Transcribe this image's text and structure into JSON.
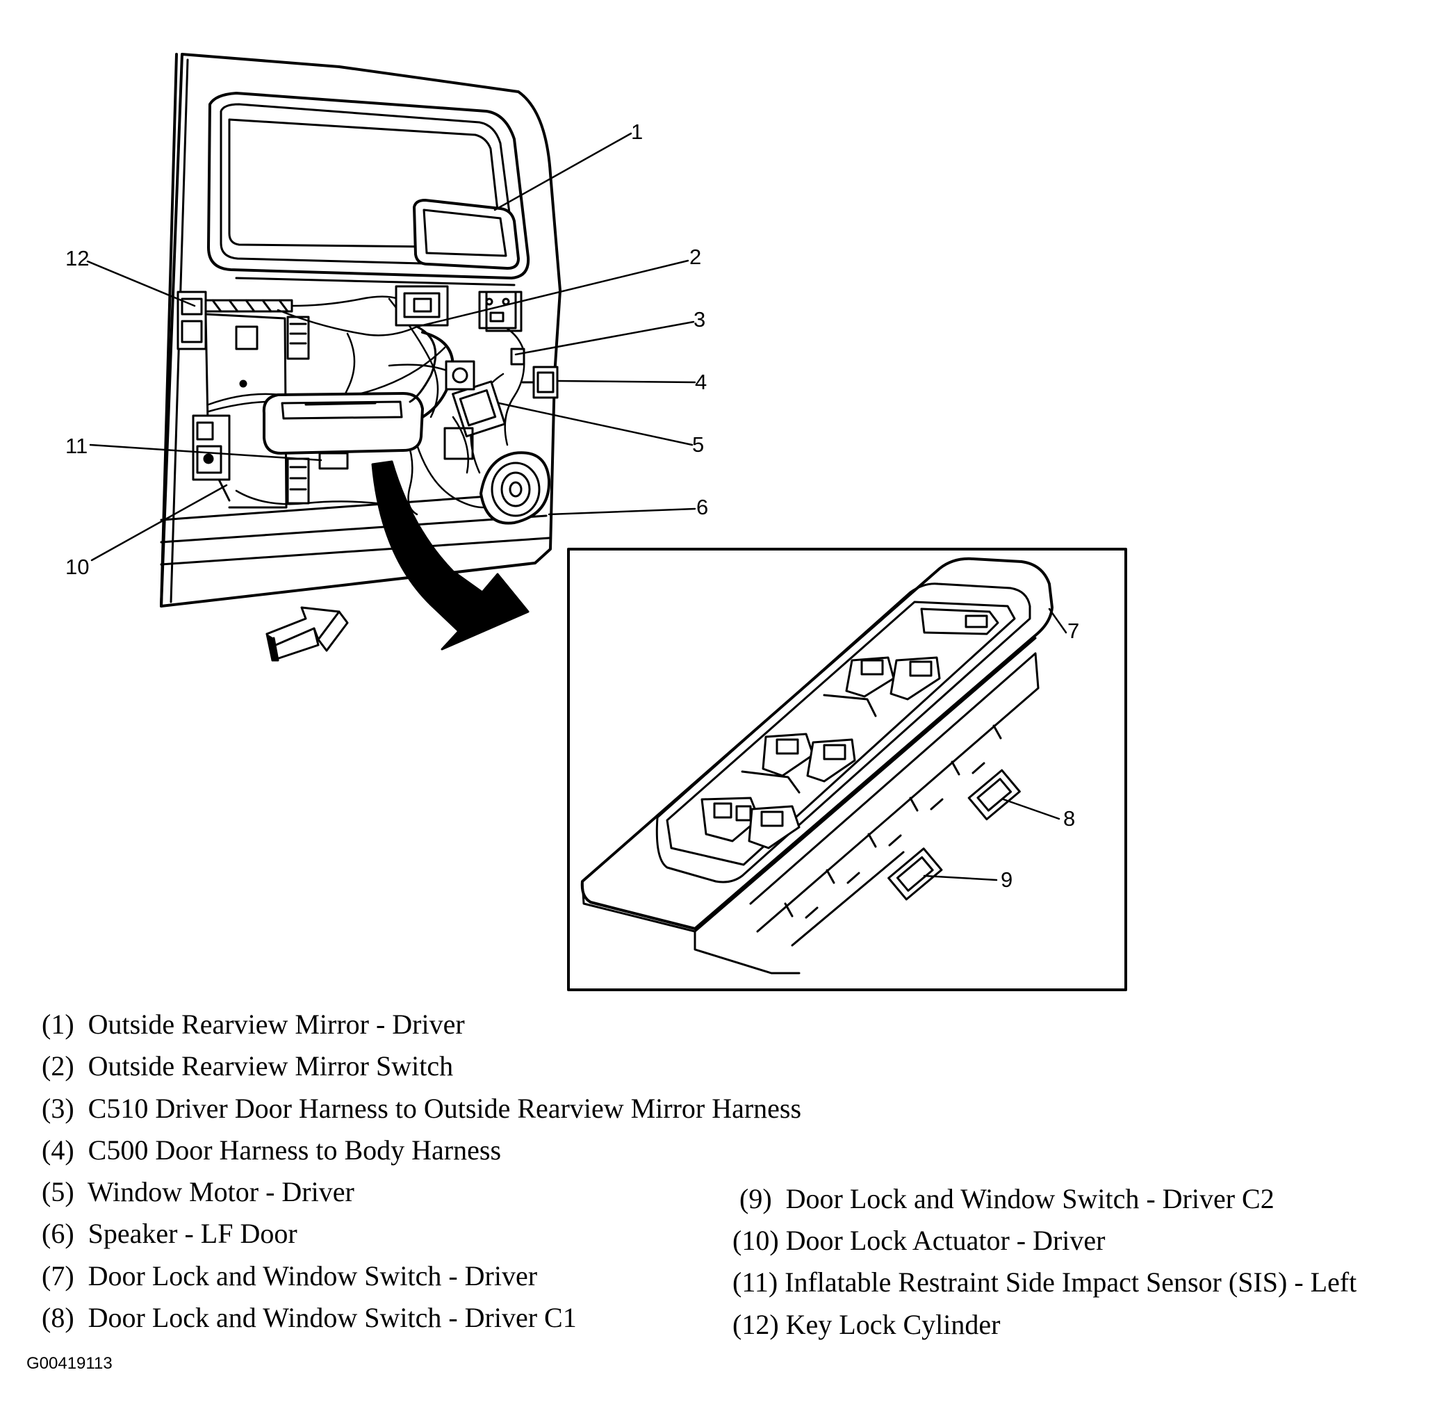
{
  "callouts": [
    "1",
    "2",
    "3",
    "4",
    "5",
    "6",
    "7",
    "8",
    "9",
    "10",
    "11",
    "12"
  ],
  "legend": [
    {
      "num": "(1)",
      "text": "Outside Rearview Mirror - Driver"
    },
    {
      "num": "(2)",
      "text": "Outside Rearview Mirror Switch"
    },
    {
      "num": "(3)",
      "text": "C510 Driver Door Harness to Outside Rearview Mirror Harness"
    },
    {
      "num": "(4)",
      "text": "C500 Door Harness to Body Harness"
    },
    {
      "num": "(5)",
      "text": "Window Motor - Driver"
    },
    {
      "num": "(6)",
      "text": "Speaker - LF Door"
    },
    {
      "num": "(7)",
      "text": "Door Lock and Window Switch - Driver"
    },
    {
      "num": "(8)",
      "text": "Door Lock and Window Switch - Driver C1"
    },
    {
      "num": "(9)",
      "text": "Door Lock and Window Switch - Driver C2"
    },
    {
      "num": "(10)",
      "text": "Door Lock Actuator - Driver"
    },
    {
      "num": "(11)",
      "text": "Inflatable Restraint Side Impact Sensor (SIS) - Left"
    },
    {
      "num": "(12)",
      "text": "Key Lock Cylinder"
    }
  ],
  "figure_code": "G00419113"
}
